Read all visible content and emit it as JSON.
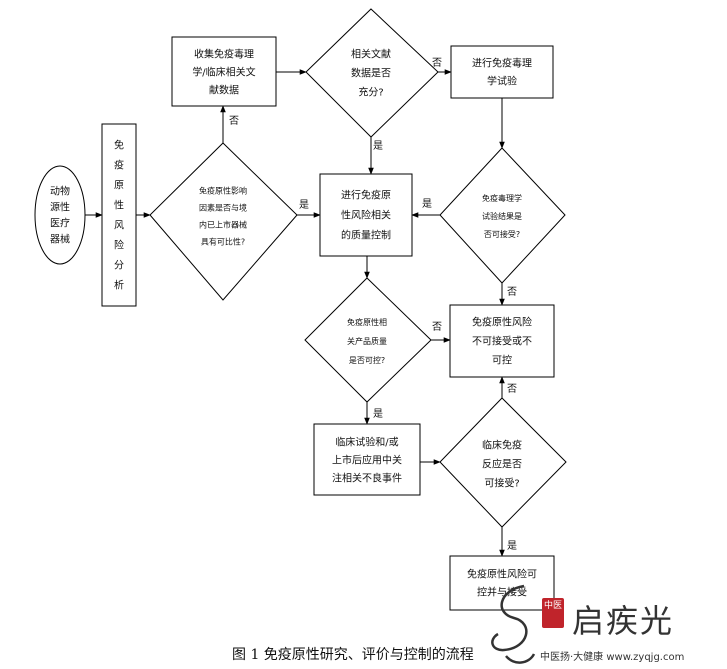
{
  "nodes": {
    "start": [
      "动物",
      "源性",
      "医疗",
      "器械"
    ],
    "analysis": [
      "免",
      "疫",
      "原",
      "性",
      "风",
      "险",
      "分",
      "析"
    ],
    "d_comparable": [
      "免疫原性影响",
      "因素是否与境",
      "内已上市器械",
      "具有可比性?"
    ],
    "collect": [
      "收集免疫毒理",
      "学/临床相关文",
      "献数据"
    ],
    "d_sufficient": [
      "相关文献",
      "数据是否",
      "充分?"
    ],
    "tox_test": [
      "进行免疫毒理",
      "学试验"
    ],
    "quality": [
      "进行免疫原",
      "性风险相关",
      "的质量控制"
    ],
    "d_tox": [
      "免疫毒理学",
      "试验结果是",
      "否可接受?"
    ],
    "d_controllable": [
      "免疫原性相",
      "关产品质量",
      "是否可控?"
    ],
    "unacceptable": [
      "免疫原性风险",
      "不可接受或不",
      "可控"
    ],
    "clinical": [
      "临床试验和/或",
      "上市后应用中关",
      "注相关不良事件"
    ],
    "d_reaction": [
      "临床免疫",
      "反应是否",
      "可接受?"
    ],
    "final": [
      "免疫原性风险可",
      "控并与接受"
    ]
  },
  "edge_labels": {
    "comparable_no": "否",
    "comparable_yes": "是",
    "sufficient_no": "否",
    "sufficient_yes": "是",
    "tox_yes": "是",
    "tox_no": "否",
    "controllable_no": "否",
    "controllable_yes": "是",
    "reaction_no": "否",
    "reaction_yes": "是"
  },
  "caption": "图 1 免疫原性研究、评价与控制的流程",
  "watermark": {
    "logo": "启疾光",
    "seal": "中医",
    "subtitle": "中医扬·大健康 www.zyqjg.com"
  },
  "colors": {
    "stroke": "#000000",
    "fill": "#ffffff",
    "seal": "#c0242b"
  }
}
